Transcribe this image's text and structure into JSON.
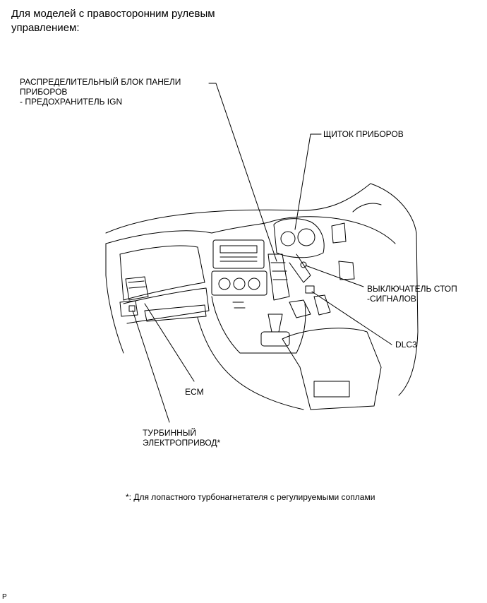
{
  "heading": [
    "Для моделей с правосторонним рулевым",
    "управлением:"
  ],
  "labels": {
    "junction_block": [
      "РАСПРЕДЕЛИТЕЛЬНЫЙ БЛОК ПАНЕЛИ",
      "ПРИБОРОВ",
      "- ПРЕДОХРАНИТЕЛЬ IGN"
    ],
    "meter": [
      "ЩИТОК ПРИБОРОВ"
    ],
    "stop_lamp_switch": [
      "ВЫКЛЮЧАТЕЛЬ СТОП",
      "-СИГНАЛОВ"
    ],
    "dlc3": [
      "DLC3"
    ],
    "ecm": [
      "ECM"
    ],
    "turbo_actuator": [
      "ТУРБИННЫЙ",
      "ЭЛЕКТРОПРИВОД*"
    ]
  },
  "footnote": "*: Для лопастного турбонагнетателя с регулируемыми соплами",
  "corner_mark": "P"
}
